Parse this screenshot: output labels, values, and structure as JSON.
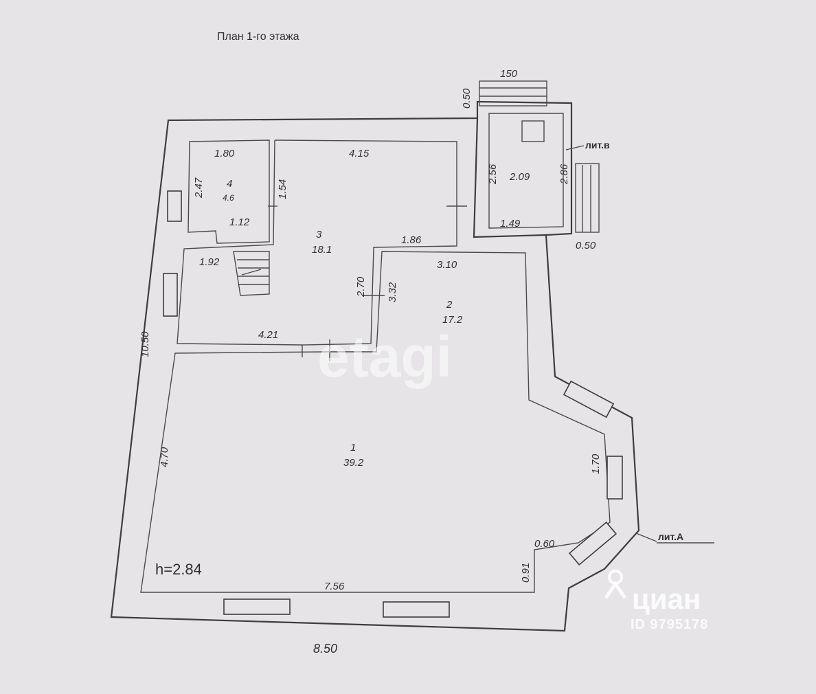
{
  "title": "План 1-го этажа",
  "height_label": "h=2.84",
  "lit_labels": {
    "a": "лит.А",
    "b": "лит.в"
  },
  "dimensions": {
    "porch_width": "150",
    "porch_depth": "0.50",
    "vestibule_height": "2.56",
    "vestibule_area": "2.09",
    "vestibule_side": "2.86",
    "vestibule_bottom": "1.49",
    "step_width": "0.50",
    "room4_width": "1.80",
    "room4_height": "2.47",
    "room4_bottom": "1.12",
    "room4_side": "1.54",
    "hall_width": "4.15",
    "hall_bottom": "1.86",
    "stair_width": "1.92",
    "hall_lower": "4.21",
    "room2_width": "3.10",
    "room2_left_a": "2.70",
    "room2_left_b": "3.32",
    "main_width": "7.56",
    "main_height": "4.70",
    "bay_side": "1.70",
    "bay_bottom": "0.60",
    "bay_lower": "0.91",
    "total_width": "8.50",
    "total_height": "10.50"
  },
  "rooms": {
    "room4": {
      "num": "4",
      "area": "4.6"
    },
    "hall": {
      "num": "3",
      "area": "18.1"
    },
    "room2": {
      "num": "2",
      "area": "17.2"
    },
    "main": {
      "num": "1",
      "area": "39.2"
    }
  },
  "watermarks": {
    "etagi": "etagi",
    "cian": "циан",
    "cian_id": "ID 9795178"
  }
}
